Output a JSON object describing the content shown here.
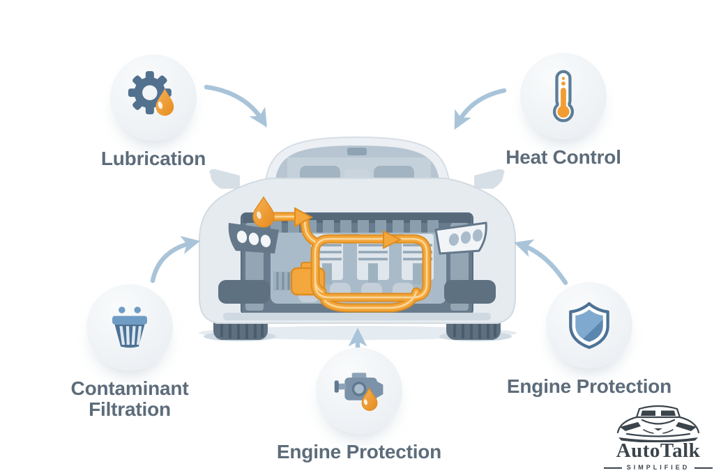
{
  "infographic": {
    "subject": "engine-oil-functions",
    "illustration_alt": "sedan front view with cutaway engine bay showing orange oil circulation loop"
  },
  "features": [
    {
      "id": "lubrication",
      "label": "Lubrication",
      "icon": "gear-oil-drop-icon"
    },
    {
      "id": "heat-control",
      "label": "Heat Control",
      "icon": "thermometer-icon"
    },
    {
      "id": "contaminant-filtration",
      "label": "Contaminant Filtration",
      "icon": "air-filter-icon"
    },
    {
      "id": "engine-protection-center",
      "label": "Engine Protection",
      "icon": "engine-oil-drop-icon"
    },
    {
      "id": "engine-protection-right",
      "label": "Engine Protection",
      "icon": "shield-icon"
    }
  ],
  "logo": {
    "title": "AutoTalk",
    "tagline": "SIMPLIFIED"
  },
  "colors": {
    "accent_orange": "#f3a73c",
    "orange_dark": "#dd8c20",
    "slate_blue": "#52718e",
    "light_blue": "#7fa9cf",
    "arrow_blue": "#a9c4d9",
    "label_text": "#5d6c7a",
    "logo_text": "#3b444b",
    "car_body": "#e6ebf0",
    "engine_bay": "#677b8d"
  }
}
